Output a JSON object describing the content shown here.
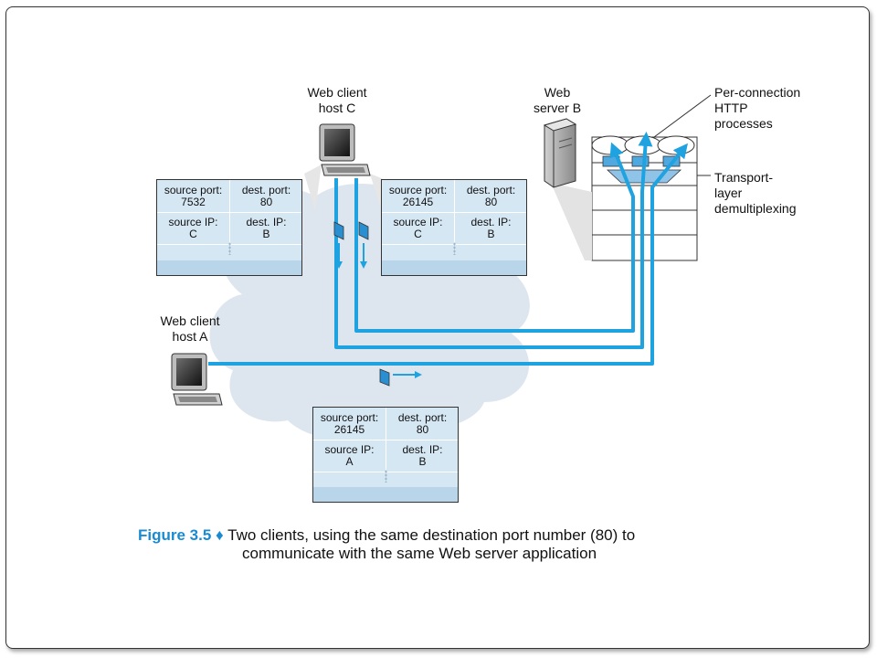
{
  "hosts": {
    "host_c": [
      "Web client",
      "host C"
    ],
    "host_a": [
      "Web client",
      "host A"
    ],
    "server_b": [
      "Web",
      "server B"
    ]
  },
  "annotations": {
    "http_processes": [
      "Per-connection",
      "HTTP",
      "processes"
    ],
    "demux": [
      "Transport-",
      "layer",
      "demultiplexing"
    ]
  },
  "packets": {
    "from_c_left": {
      "source_port_label": "source port:",
      "source_port": "7532",
      "dest_port_label": "dest. port:",
      "dest_port": "80",
      "source_ip_label": "source IP:",
      "source_ip": "C",
      "dest_ip_label": "dest. IP:",
      "dest_ip": "B"
    },
    "from_c_right": {
      "source_port_label": "source port:",
      "source_port": "26145",
      "dest_port_label": "dest. port:",
      "dest_port": "80",
      "source_ip_label": "source IP:",
      "source_ip": "C",
      "dest_ip_label": "dest. IP:",
      "dest_ip": "B"
    },
    "from_a": {
      "source_port_label": "source port:",
      "source_port": "26145",
      "dest_port_label": "dest. port:",
      "dest_port": "80",
      "source_ip_label": "source IP:",
      "source_ip": "A",
      "dest_ip_label": "dest. IP:",
      "dest_ip": "B"
    }
  },
  "caption": {
    "figure": "Figure 3.5",
    "bullet": "♦",
    "line1": "Two clients, using the same destination port number (80) to",
    "line2": "communicate with the same Web server application"
  },
  "colors": {
    "connection_line": "#1fa3e0",
    "cloud": "#dde6ee",
    "packet_fill": "#d6e7f4",
    "caption_accent": "#1a8bd1"
  }
}
